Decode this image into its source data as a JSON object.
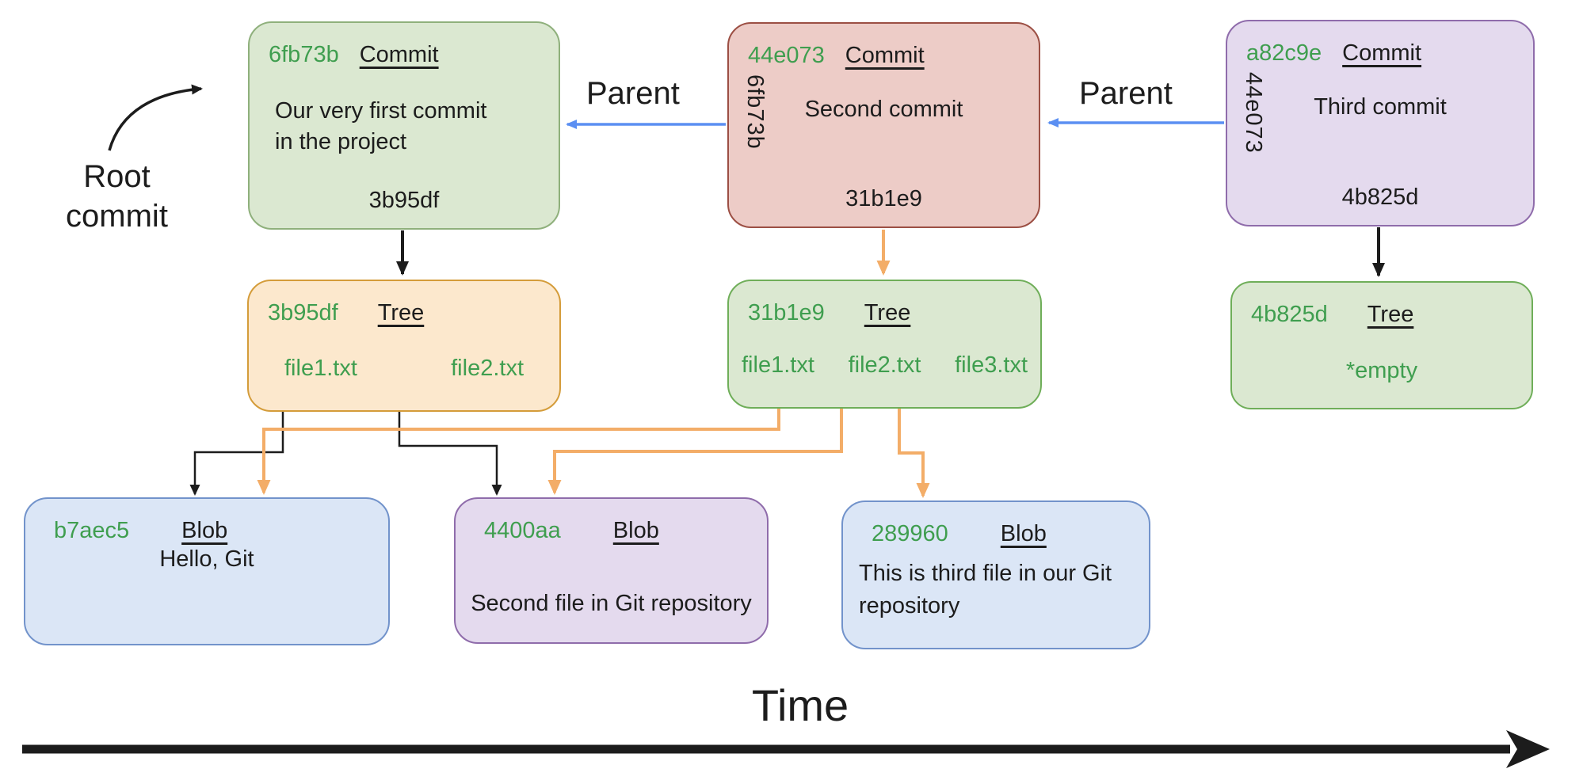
{
  "labels": {
    "root_commit": "Root\ncommit",
    "parent": "Parent",
    "time": "Time"
  },
  "commits": [
    {
      "hash": "6fb73b",
      "type": "Commit",
      "message": "Our very first commit\nin the project",
      "tree": "3b95df",
      "parent": null
    },
    {
      "hash": "44e073",
      "type": "Commit",
      "message": "Second commit",
      "tree": "31b1e9",
      "parent": "6fb73b"
    },
    {
      "hash": "a82c9e",
      "type": "Commit",
      "message": "Third commit",
      "tree": "4b825d",
      "parent": "44e073"
    }
  ],
  "trees": [
    {
      "hash": "3b95df",
      "type": "Tree",
      "files": [
        "file1.txt",
        "file2.txt"
      ]
    },
    {
      "hash": "31b1e9",
      "type": "Tree",
      "files": [
        "file1.txt",
        "file2.txt",
        "file3.txt"
      ]
    },
    {
      "hash": "4b825d",
      "type": "Tree",
      "files": [],
      "empty_label": "*empty"
    }
  ],
  "blobs": [
    {
      "hash": "b7aec5",
      "type": "Blob",
      "content": "Hello, Git"
    },
    {
      "hash": "4400aa",
      "type": "Blob",
      "content": "Second file in Git repository"
    },
    {
      "hash": "289960",
      "type": "Blob",
      "content": "This is third file in our Git repository"
    }
  ],
  "colors": {
    "hash_green": "#3f9e4f",
    "arrow_blue": "#5b8ff2",
    "arrow_orange": "#f3ad68",
    "ink": "#1c1c1c"
  }
}
